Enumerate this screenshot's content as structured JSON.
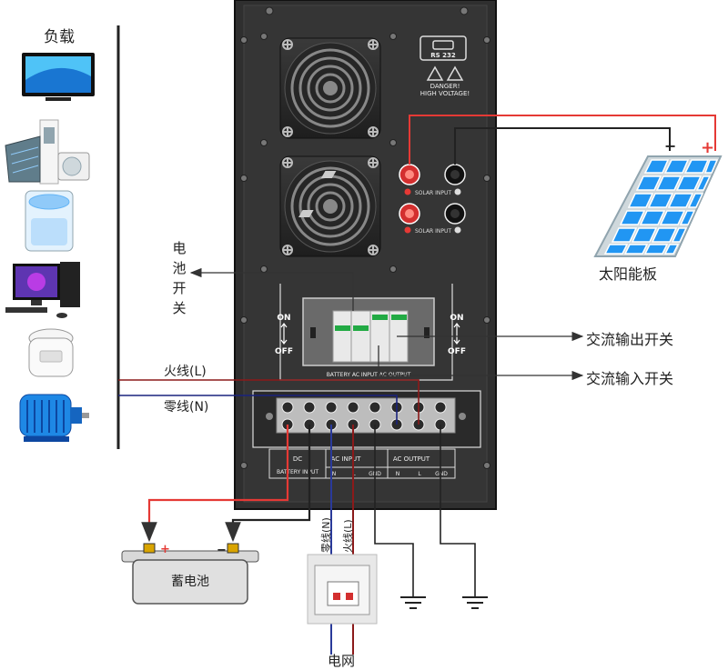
{
  "loads": {
    "title": "负载"
  },
  "cabinet": {
    "rs232": "RS 232",
    "danger": "DANGER!",
    "high_voltage": "HIGH VOLTAGE!",
    "solar_input": "SOLAR INPUT",
    "on": "ON",
    "off": "OFF",
    "breaker_strip": "BATTERY  AC INPUT  AC OUTPUT",
    "terminal_labels": {
      "dc": "DC",
      "battery_input": "BATTERY INPUT",
      "ac_input": "AC INPUT",
      "ac_output": "AC OUTPUT",
      "n": "N",
      "l": "L",
      "gnd": "GND"
    }
  },
  "solar_panel": {
    "label": "太阳能板",
    "minus": "−",
    "plus": "+"
  },
  "callouts": {
    "battery_switch": [
      "电",
      "池",
      "开",
      "关"
    ],
    "ac_output_switch": "交流输出开关",
    "ac_input_switch": "交流输入开关"
  },
  "wires": {
    "live": "火线(L)",
    "neutral": "零线(N)",
    "grid_neutral": "零线(N)",
    "grid_live": "火线(L)"
  },
  "battery": {
    "label": "蓄电池",
    "minus": "−",
    "plus": "+"
  },
  "grid": {
    "label": "电网"
  },
  "colors": {
    "cabinet": "#2b2b2b",
    "live_wire": "#c0392b",
    "neutral_wire": "#2a3a9a",
    "positive": "#e53935",
    "panel_cell": "#2196f3",
    "breaker_green": "#22aa44"
  }
}
